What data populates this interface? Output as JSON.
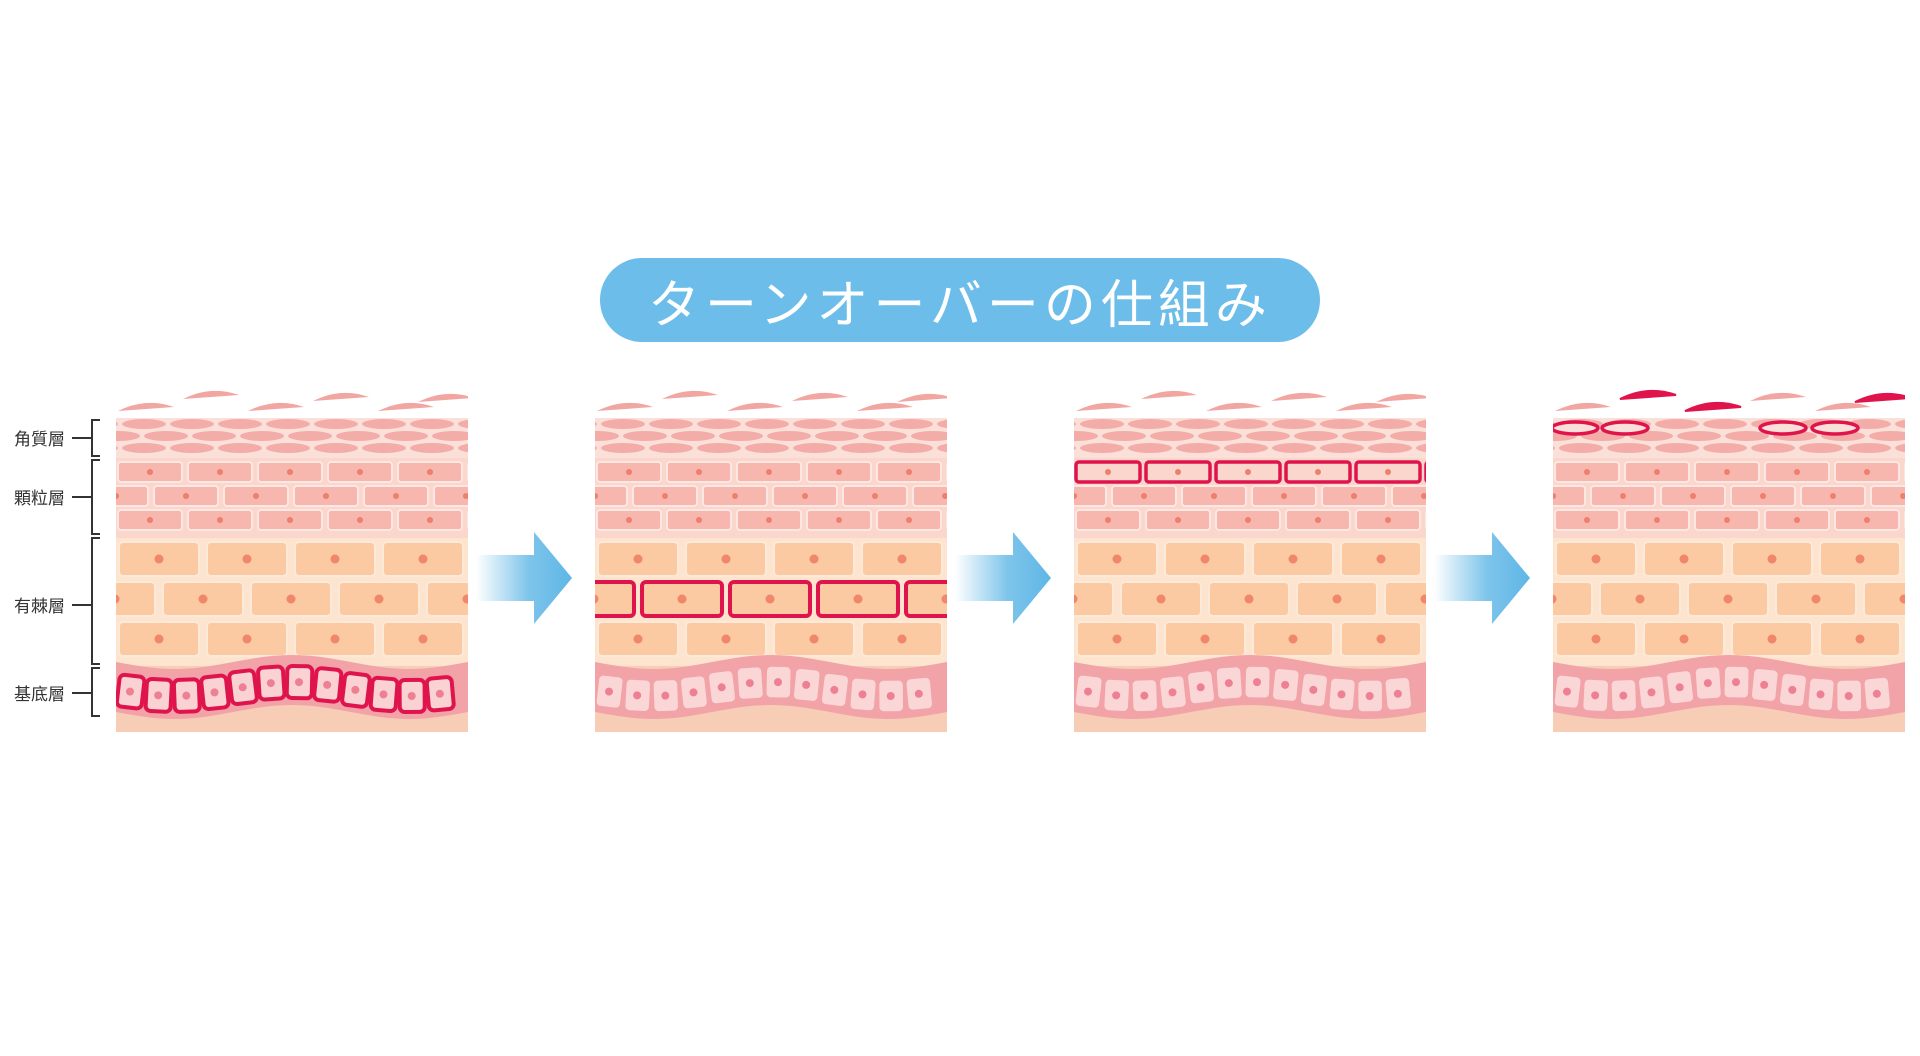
{
  "title": "ターンオーバーの仕組み",
  "layer_labels": {
    "stratum_corneum": "角質層",
    "granular": "顆粒層",
    "spinous": "有棘層",
    "basal": "基底層"
  },
  "stages": [
    {
      "highlight": "basal"
    },
    {
      "highlight": "spinous"
    },
    {
      "highlight": "granular"
    },
    {
      "highlight": "stratum_corneum"
    }
  ],
  "colors": {
    "title_pill": "#6cbde9",
    "title_text": "#ffffff",
    "highlight": "#e0144c",
    "arrow": "#5eb6e6"
  }
}
